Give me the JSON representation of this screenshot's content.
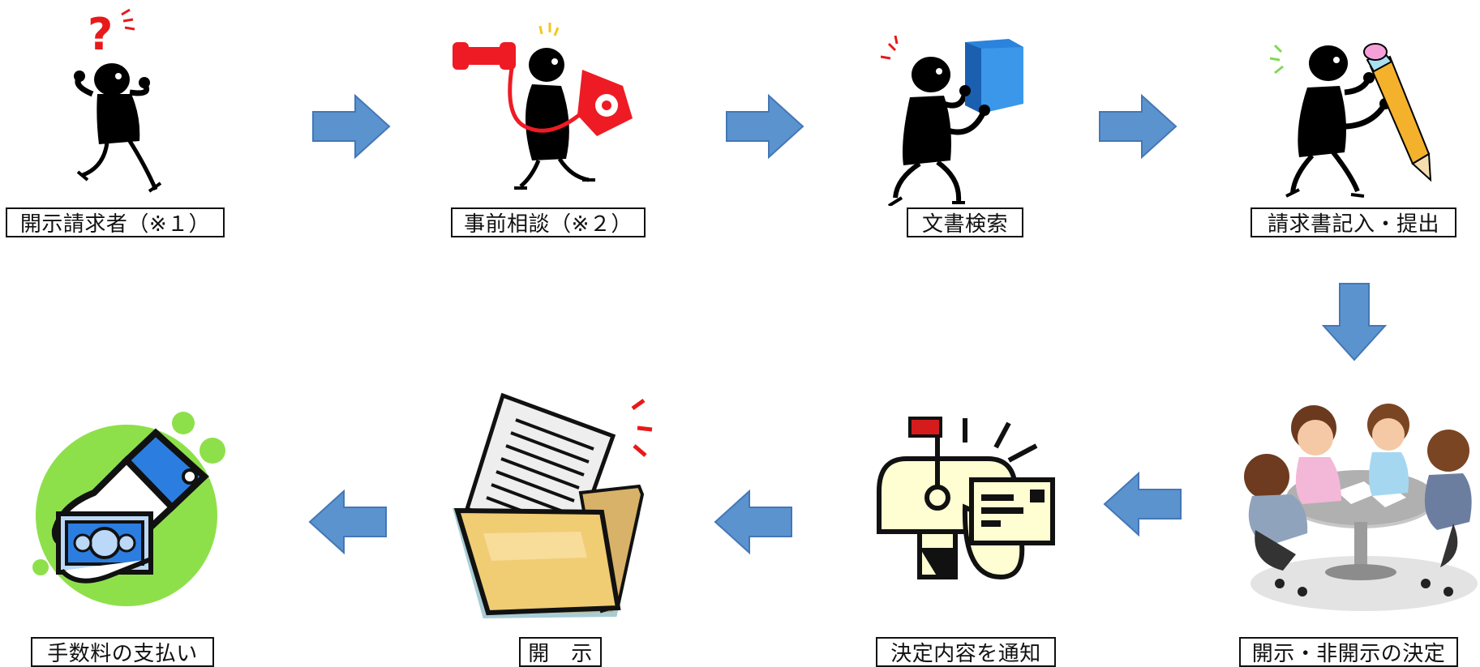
{
  "steps": [
    {
      "id": "requester",
      "label": "開示請求者（※１）",
      "icon": "confused-person-icon"
    },
    {
      "id": "consultation",
      "label": "事前相談（※２）",
      "icon": "phone-call-icon"
    },
    {
      "id": "search",
      "label": "文書検索",
      "icon": "book-search-icon"
    },
    {
      "id": "submit",
      "label": "請求書記入・提出",
      "icon": "pencil-write-icon"
    },
    {
      "id": "decision",
      "label": "開示・非開示の決定",
      "icon": "meeting-icon"
    },
    {
      "id": "notice",
      "label": "決定内容を通知",
      "icon": "mailbox-icon"
    },
    {
      "id": "disclosure",
      "label": "開　示",
      "icon": "folder-document-icon"
    },
    {
      "id": "payment",
      "label": "手数料の支払い",
      "icon": "money-handover-icon"
    }
  ],
  "colors": {
    "arrow": "#5b93cf",
    "arrow_stroke": "#4477b6",
    "phone": "#ee1b24",
    "book": "#2a83dc",
    "pencil": "#f4b12c",
    "green": "#8ee04a",
    "folder": "#f0cc73"
  }
}
